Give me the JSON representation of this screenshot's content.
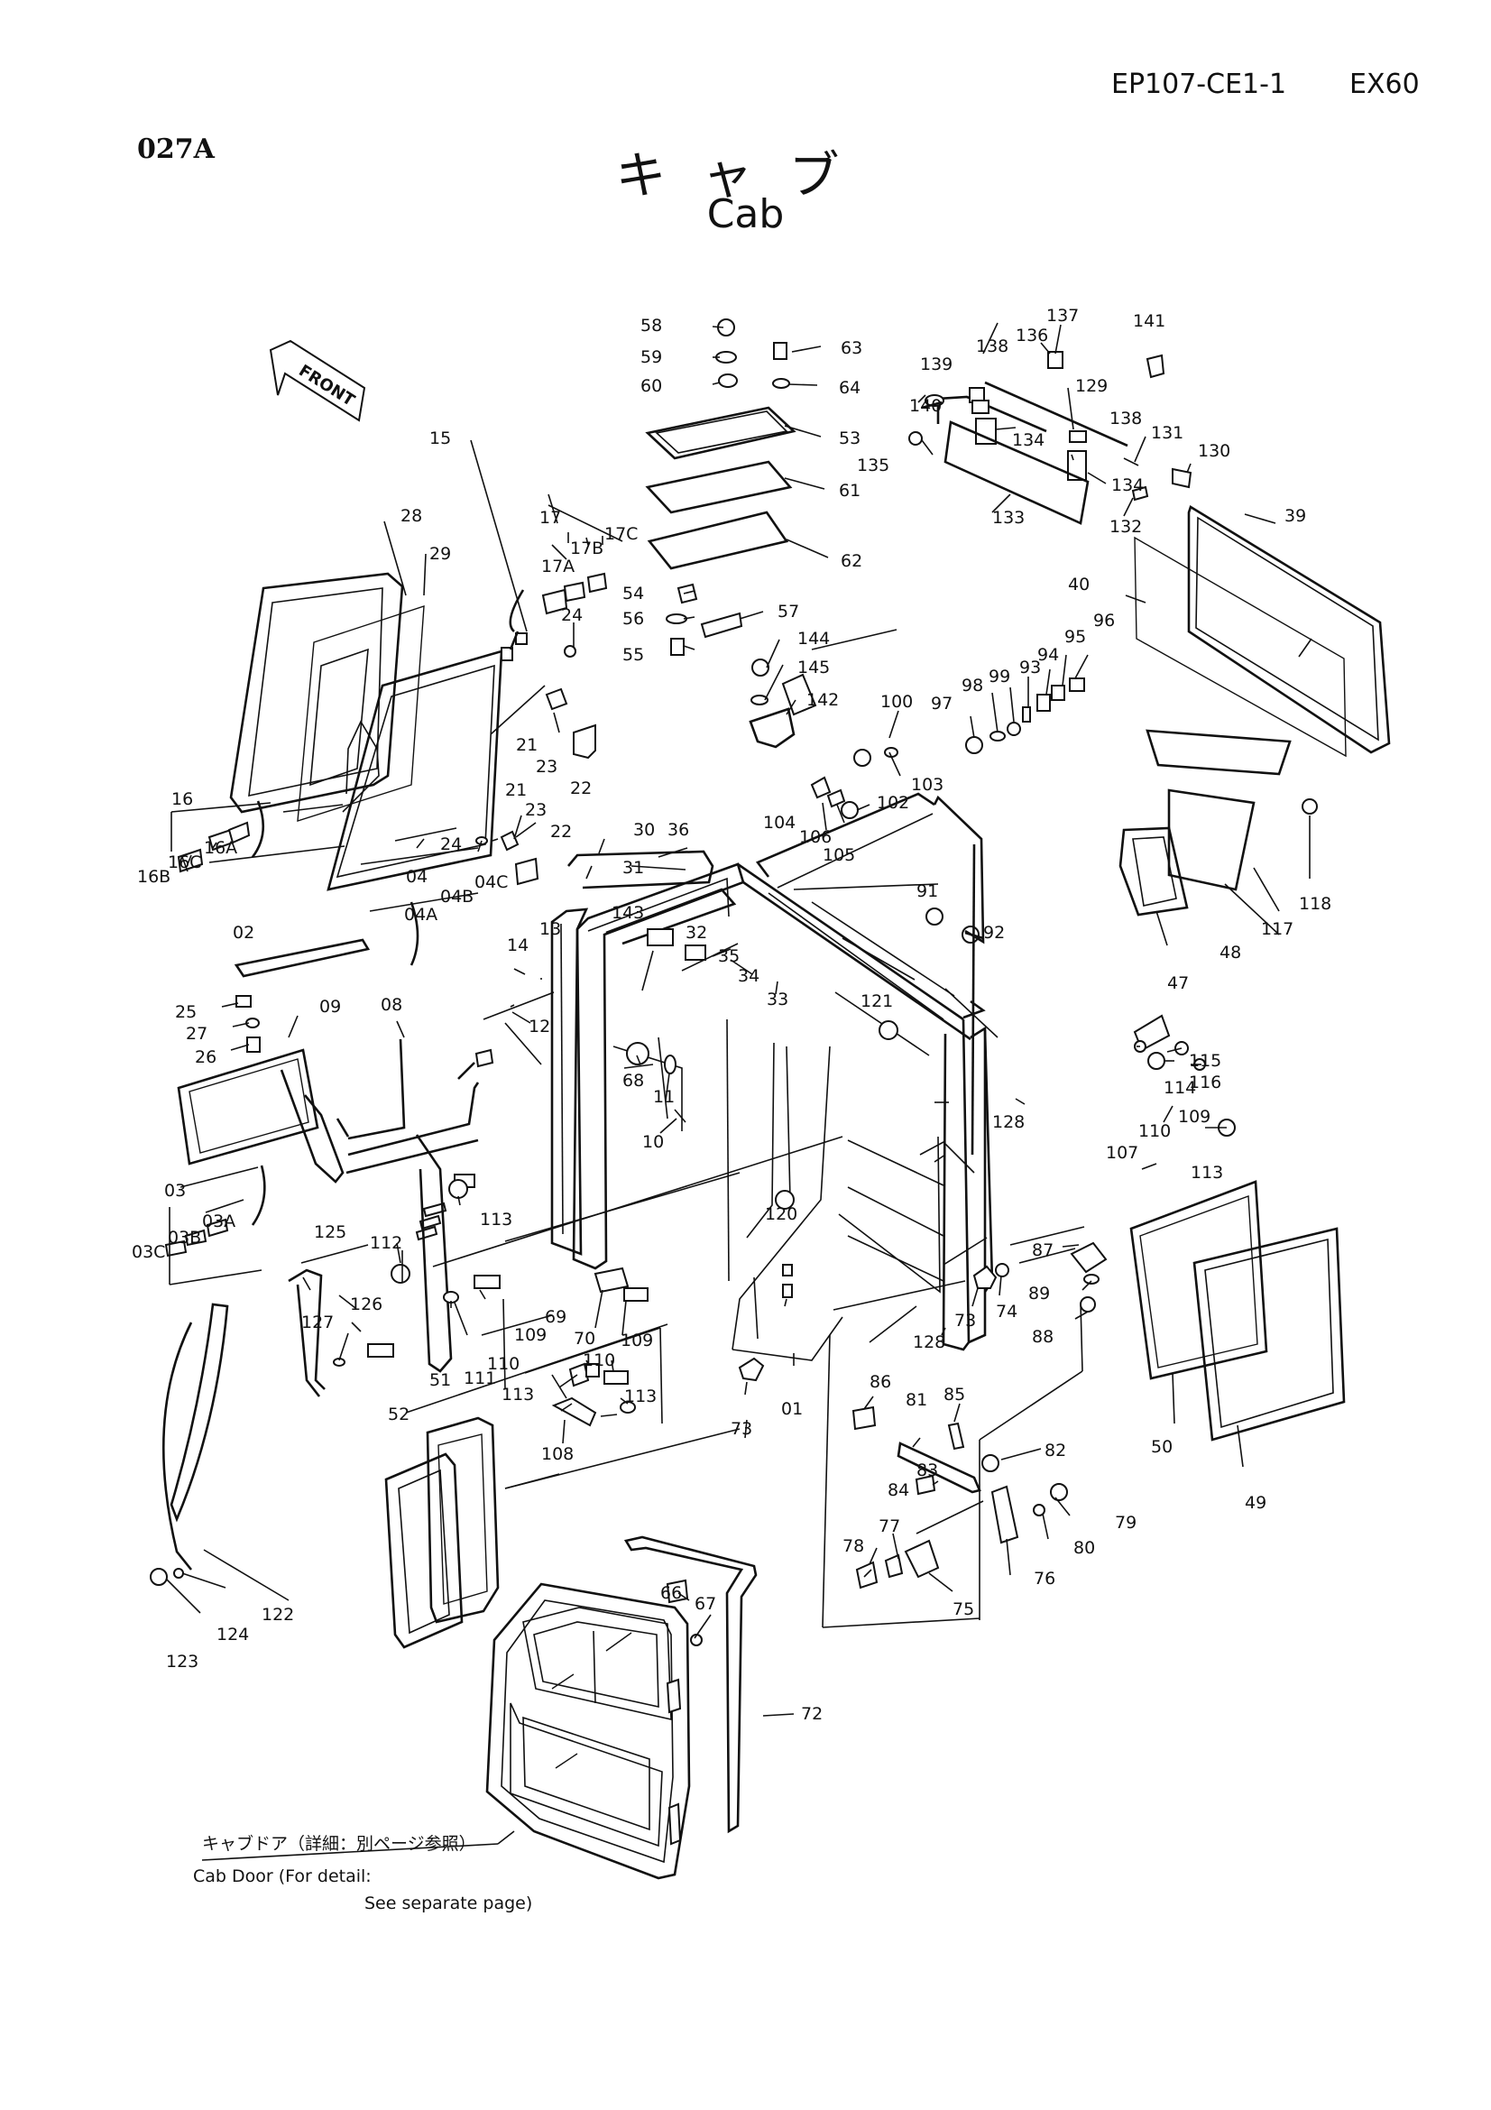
{
  "header": {
    "catalog_code": "EP107-CE1-1",
    "model": "EX60",
    "page_number": "027A",
    "title_jp": "キャブ",
    "title_en": "Cab"
  },
  "front_arrow_label": "FRONT",
  "note": {
    "jp": "キャブドア（詳細：別ページ参照）",
    "en_line1": "Cab Door (For detail:",
    "en_line2": "See separate page)"
  },
  "callouts": [
    "58",
    "59",
    "60",
    "63",
    "64",
    "53",
    "61",
    "62",
    "54",
    "56",
    "55",
    "57",
    "144",
    "145",
    "142",
    "100",
    "103",
    "104",
    "106",
    "105",
    "102",
    "137",
    "136",
    "141",
    "138",
    "139",
    "140",
    "129",
    "135",
    "134",
    "131",
    "130",
    "138",
    "134",
    "133",
    "132",
    "39",
    "40",
    "96",
    "95",
    "94",
    "93",
    "99",
    "98",
    "97",
    "118",
    "117",
    "48",
    "47",
    "15",
    "17",
    "17A",
    "17B",
    "17C",
    "28",
    "29",
    "24",
    "21",
    "23",
    "22",
    "21",
    "24",
    "23",
    "22",
    "16",
    "16A",
    "16B",
    "16C",
    "02",
    "04",
    "04A",
    "04B",
    "04C",
    "30",
    "31",
    "36",
    "143",
    "32",
    "35",
    "34",
    "33",
    "13",
    "14",
    "12",
    "25",
    "27",
    "26",
    "09",
    "08",
    "68",
    "11",
    "10",
    "91",
    "92",
    "121",
    "115",
    "114",
    "116",
    "109",
    "110",
    "107",
    "113",
    "128",
    "03",
    "03A",
    "03B",
    "03C",
    "125",
    "112",
    "113",
    "126",
    "127",
    "69",
    "70",
    "109",
    "110",
    "111",
    "110",
    "109",
    "113",
    "113",
    "108",
    "120",
    "01",
    "73",
    "73",
    "74",
    "87",
    "89",
    "88",
    "128",
    "50",
    "49",
    "52",
    "51",
    "86",
    "81",
    "85",
    "82",
    "83",
    "84",
    "79",
    "80",
    "76",
    "78",
    "77",
    "75",
    "122",
    "124",
    "123",
    "66",
    "67",
    "72"
  ]
}
